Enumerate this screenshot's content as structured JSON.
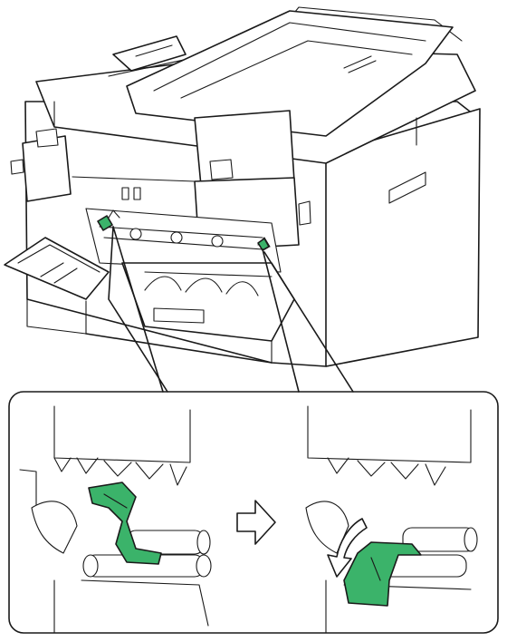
{
  "figure": {
    "description_icons": [
      "printer-rear-view",
      "fuser-cover",
      "green-lever",
      "next-step-arrow",
      "push-down-arrow"
    ],
    "colors": {
      "line": "#1a1a1a",
      "background": "#ffffff",
      "lever_highlight": "#3bb36a",
      "arrow_fill": "#ffffff"
    }
  }
}
